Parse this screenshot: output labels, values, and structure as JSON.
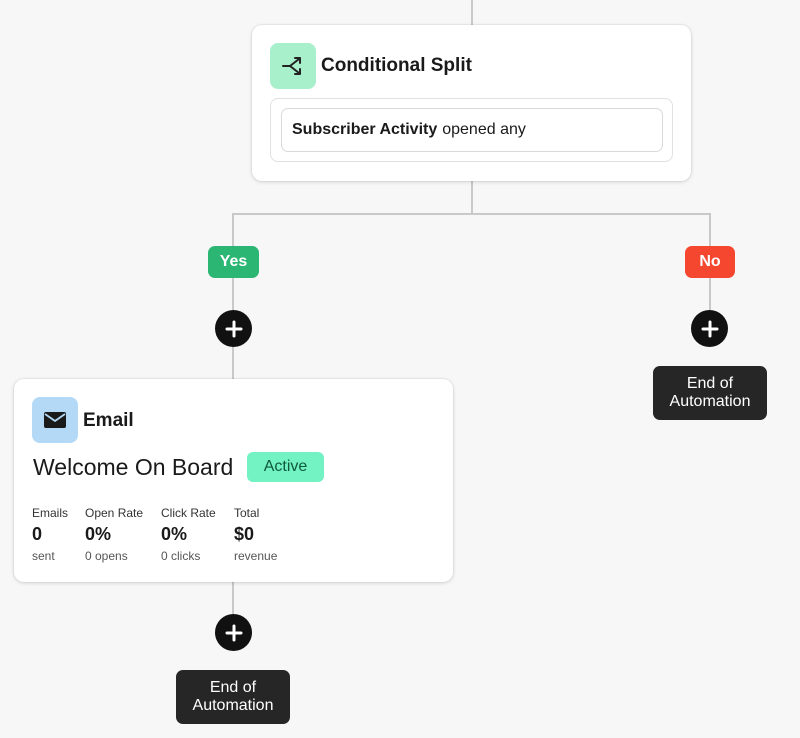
{
  "split": {
    "title": "Conditional Split",
    "icon": "split-arrows-icon",
    "condition_field": "Subscriber Activity",
    "condition_op": "opened any"
  },
  "branches": {
    "yes_label": "Yes",
    "no_label": "No",
    "yes_color": "#2bb673",
    "no_color": "#f5462f"
  },
  "email": {
    "type_label": "Email",
    "icon": "envelope-icon",
    "name": "Welcome On Board",
    "status": "Active",
    "stats": [
      {
        "label": "Emails",
        "value": "0",
        "sub": "sent"
      },
      {
        "label": "Open Rate",
        "value": "0%",
        "sub": "0 opens"
      },
      {
        "label": "Click Rate",
        "value": "0%",
        "sub": "0 clicks"
      },
      {
        "label": "Total",
        "value": "$0",
        "sub": "revenue"
      }
    ]
  },
  "end_labels": {
    "yes_line1": "End of",
    "yes_line2": "Automation",
    "no_line1": "End of",
    "no_line2": "Automation"
  }
}
